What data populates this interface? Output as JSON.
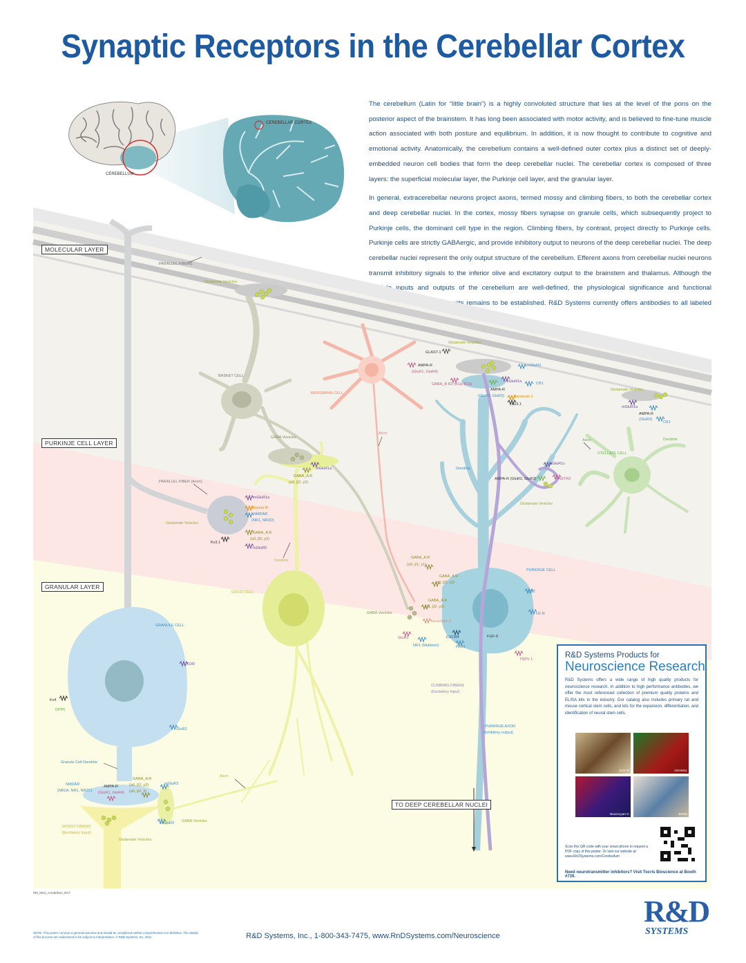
{
  "title": "Synaptic Receptors in the Cerebellar Cortex",
  "intro": {
    "p1": "The cerebellum (Latin for “little brain”) is a highly convoluted structure that lies at the level of the pons on the posterior aspect of the brainstem. It has long been associated with motor activity, and is believed to fine-tune muscle action associated with both posture and equilibrium. In addition, it is now thought to contribute to cognitive and emotional activity. Anatomically, the cerebellum contains a well-defined outer cortex plus a distinct set of deeply-embedded neuron cell bodies that form the deep cerebellar nuclei. The cerebellar cortex is composed of three layers: the superficial molecular layer, the Purkinje cell layer, and the granular layer.",
    "p2": "In general, extracerebellar neurons project axons, termed mossy and climbing fibers, to both the cerebellar cortex and deep cerebellar nuclei. In the cortex, mossy fibers synapse on granule cells, which subsequently project to Purkinje cells, the dominant cell type in the region. Climbing fibers, by contrast, project directly to Purkinje cells. Purkinje cells are strictly GABAergic, and provide inhibitory output to neurons of the deep cerebellar nuclei. The deep cerebellar nuclei represent the only output structure of the cerebellum. Efferent axons from cerebellar nuclei neurons transmit inhibitory signals to the inferior olive and excitatory output to the brainstem and thalamus. Although the multiple inputs and outputs of the cerebellum are well-defined, the physiological significance and functional relevance of these microcircuits remains to be established. R&D Systems currently offers antibodies to all labeled molecules."
  },
  "brain_labels": {
    "cerebellar_cortex": "CEREBELLAR CORTEX",
    "cerebellum": "CEREBELLUM"
  },
  "layers": {
    "molecular": "MOLECULAR LAYER",
    "purkinje": "PURKINJE CELL LAYER",
    "granular": "GRANULAR LAYER"
  },
  "labels": {
    "parallel_fibers": "PARALLEL FIBERS",
    "glutamate_vesicles": "Glutamate Vesicles",
    "basket_cell": "BASKET CELL",
    "bergmann_cell": "BERGMANN CELL",
    "stellate_cell": "STELLATE CELL",
    "golgi_cell": "GOLGI CELL",
    "granule_cell": "GRANULE CELL",
    "purkinje_cell": "PURKINJE CELL",
    "gaba_vesicles": "GABA Vesicles",
    "axon": "Axon",
    "dendrite": "Dendrite",
    "parallel_fiber_axon": "PARALLEL FIBER (Axon)",
    "granule_cell_dendrite": "Granule Cell Dendrite",
    "mossy_fibers": "MOSSY FIBERS",
    "mossy_fibers_sub": "(Excitatory Input)",
    "climbing_fibers": "CLIMBING FIBERS",
    "climbing_fibers_sub": "(Excitatory Input)",
    "purkinje_axon": "PURKINJE AXON",
    "purkinje_axon_sub": "(Inhibitory output)",
    "to_deep_nuclei": "TO DEEP CEREBELLAR NUCLEI"
  },
  "receptors": {
    "glast1": "GLAST-1",
    "ampar_top": "AMPA-R",
    "ampar_top_sub": "(GluR1, GluR4)",
    "gabab_r2": "GABA_B R2 (B1a, B1b)",
    "ampar_pc": "AMPA-R",
    "ampar_pc_sub": "(GluR2, GluR3)",
    "mglur1a_top": "mGluR1a",
    "mglur3_top": "mGluR3",
    "cb1": "CB1",
    "pannexin": "Pannexin 1",
    "kv31_top": "Kv3.1",
    "mglur1a_st": "mGluR1a",
    "ampar_st": "AMPA-R",
    "ampar_st_sub": "(GluR3)",
    "cb1_st": "CB1",
    "mglur1c": "mGluR1c",
    "ampar_mid": "AMPA-R (GluR2, GluR3)",
    "agtr2": "AGTR2",
    "gabaar_basket": "GABA_A R",
    "gabaar_basket_sub": "(α3, β2, γ2)",
    "mglur1a_golgi": "mGluR1a",
    "mglur1a_pf": "mGluR1a",
    "glycine_r": "Glycine R",
    "nmdar_pf": "NMDAR",
    "nmdar_pf_sub": "(NR1, NR2D)",
    "gabaar_pf": "GABA_A R",
    "gabaar_pf_sub": "(α3, β2, γ2)",
    "mglur5": "mGluR5",
    "kv31_pf": "Kv3.1",
    "gabaar_p1": "GABA_A R",
    "gabaar_p1_sub": "(α2, β1, γ1)",
    "gabaar_p2": "GABA_A R",
    "gabaar_p2_sub": "(α3, β2, γ2)",
    "gabaar_p3": "GABA_A R",
    "gabaar_p3_sub": "(α1, β2, γ2)",
    "neuroligin": "Neuroligin 2",
    "glur1": "GluR1",
    "nr1": "NR1 (Multimer)",
    "cxcr4": "CXCR4",
    "par1": "PAR1",
    "fgf9": "FGF-9",
    "cb2": "CB2",
    "h1r": "H1-R",
    "trpv1": "TRPV 1",
    "kor": "KOR",
    "kv4": "Kv4",
    "dpp6": "DPP6",
    "glur3": "GluR3",
    "nmdar_gc": "NMDAR",
    "nmdar_gc_sub": "(NR2A, NR1, NR2C)",
    "ampar_gc": "AMPA-R",
    "ampar_gc_sub": "(GluR1, GluR4)",
    "gabaar_gc": "GABA_A R",
    "gabaar_gc_sub1": "(α6, β2, γ2)",
    "gabaar_gc_sub2": "(α6, β2, δ)",
    "mglur3_gc": "mGluR3",
    "mglur2": "mGluR2"
  },
  "ad": {
    "heading1": "R&D Systems Products for",
    "heading2": "Neuroscience Research",
    "body": "R&D Systems offers a wide range of high quality products for neuroscience research. In addition to high performance antibodies, we offer the most referenced collection of premium quality proteins and ELISA kits in the industry. Our catalog also includes primary rat and mouse cortical stem cells, and kits for the expansion, differentiation, and identification of neural stem cells.",
    "img_labels": [
      "SCF-R",
      "ADAM11",
      "Neurocyan-C",
      "BPHb"
    ],
    "qr_text": "Scan this QR code with your smart phone to request a PDF copy of this poster. Or visit our website at: www.RnDSystems.com/Cerebellum",
    "footer": "Need neurotransmitter inhibitors? Visit Tocris Bioscience at Booth #739."
  },
  "logo": {
    "main": "R&D",
    "sub": "SYSTEMS"
  },
  "footer": "R&D Systems, Inc., 1-800-343-7475, www.RnDSystems.com/Neuroscience",
  "note": "NOTE: This poster conveys a general overview and should be considered neither comprehensive nor definitive. The details of this process are understood to be subject to interpretation. © R&D Systems, Inc. 2011",
  "code": "RM_0611_cerebellum_DCT",
  "colors": {
    "title": "#1e5aa0",
    "molecular_bg": "#f4f2ec",
    "purkinje_bg": "#fde9e7",
    "granular_bg": "#fdfbe6"
  }
}
